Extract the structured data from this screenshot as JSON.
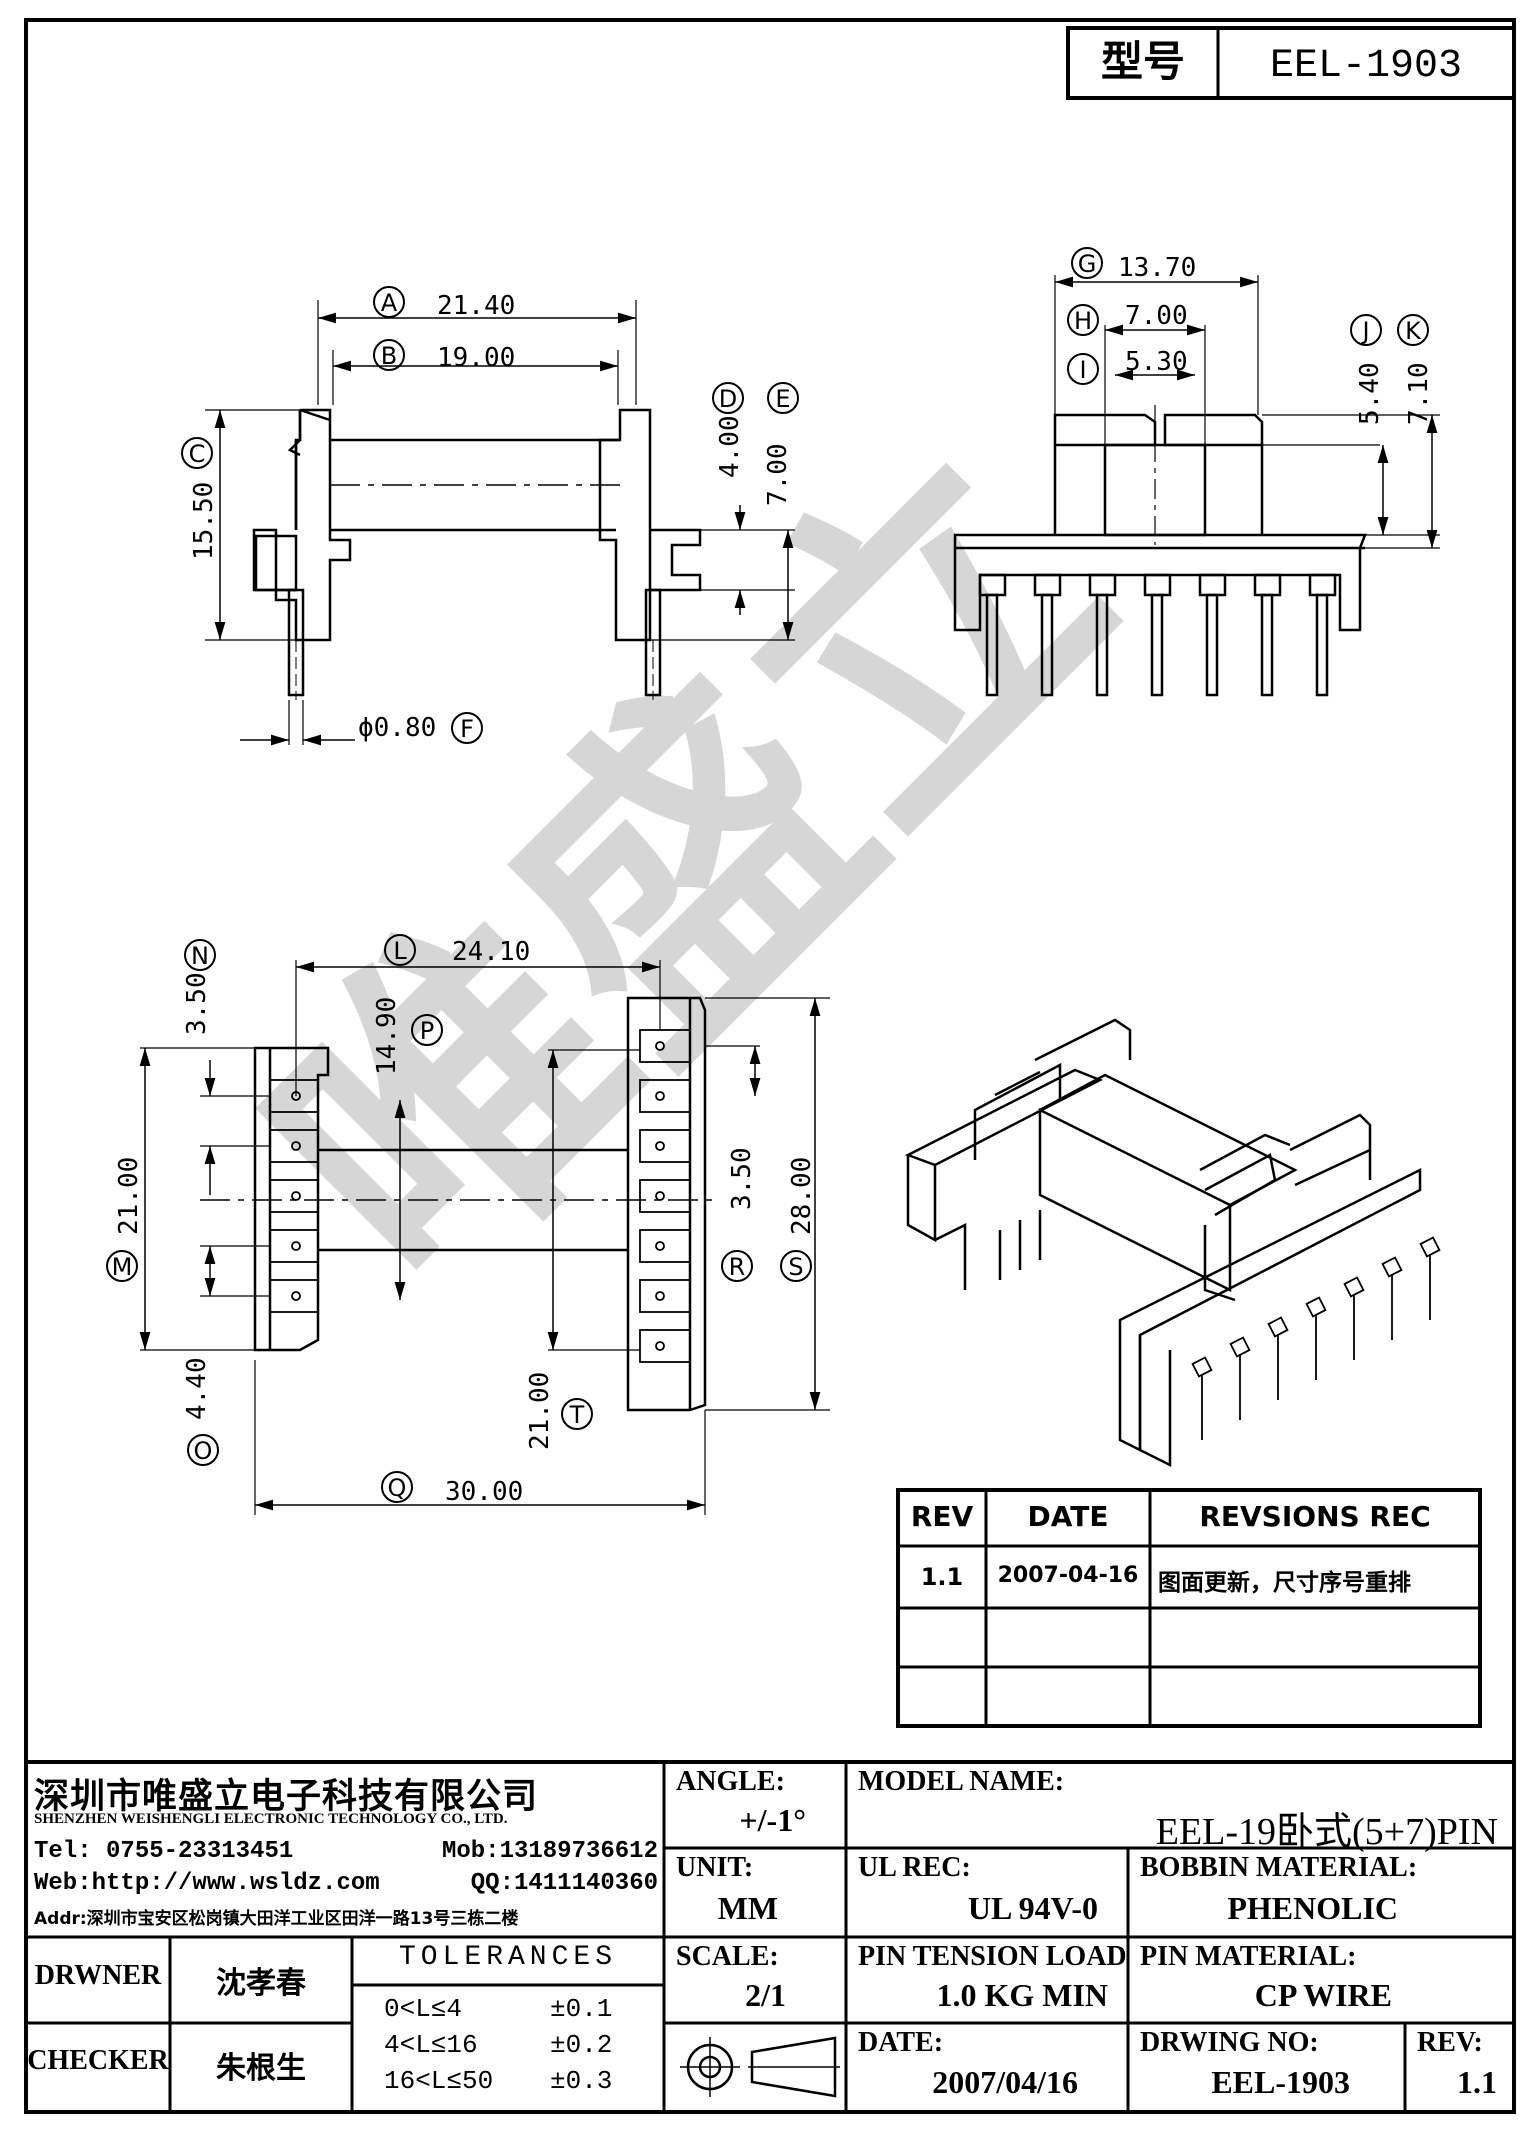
{
  "header": {
    "model_label": "型号",
    "model_value": "EEL-1903"
  },
  "watermark": "唯盛立",
  "dimensions": {
    "A": "21.40",
    "B": "19.00",
    "C": "15.50",
    "D": "4.00",
    "E": "7.00",
    "F": "ϕ0.80",
    "G": "13.70",
    "H": "7.00",
    "I": "5.30",
    "J": "5.40",
    "K": "7.10",
    "L": "24.10",
    "N": "3.50",
    "P": "14.90",
    "M": "21.00",
    "O": "4.40",
    "Q": "30.00",
    "R": "3.50",
    "S": "28.00",
    "T": "21.00"
  },
  "revisions": {
    "headers": [
      "REV",
      "DATE",
      "REVSIONS REC"
    ],
    "rows": [
      {
        "rev": "1.1",
        "date": "2007-04-16",
        "rec": "图面更新，尺寸序号重排"
      },
      {
        "rev": "",
        "date": "",
        "rec": ""
      },
      {
        "rev": "",
        "date": "",
        "rec": ""
      }
    ]
  },
  "company": {
    "name_cn": "深圳市唯盛立电子科技有限公司",
    "name_en": "SHENZHEN WEISHENGLI ELECTRONIC TECHNOLOGY CO., LTD.",
    "tel": "Tel: 0755-23313451",
    "mob": "Mob:13189736612",
    "web": "Web:http://www.wsldz.com",
    "qq": "QQ:1411140360",
    "addr": "Addr:深圳市宝安区松岗镇大田洋工业区田洋一路13号三栋二楼"
  },
  "title_block": {
    "angle_label": "ANGLE:",
    "angle_value": "+/-1°",
    "model_name_label": "MODEL NAME:",
    "model_name_value": "EEL-19卧式(5+7)PIN",
    "unit_label": "UNIT:",
    "unit_value": "MM",
    "ul_label": "UL REC:",
    "ul_value": "UL 94V-0",
    "bobbin_label": "BOBBIN MATERIAL:",
    "bobbin_value": "PHENOLIC",
    "scale_label": "SCALE:",
    "scale_value": "2/1",
    "pin_tension_label": "PIN TENSION LOAD:",
    "pin_tension_value": "1.0 KG MIN",
    "pin_material_label": "PIN MATERIAL:",
    "pin_material_value": "CP WIRE",
    "date_label": "DATE:",
    "date_value": "2007/04/16",
    "drawing_no_label": "DRWING NO:",
    "drawing_no_value": "EEL-1903",
    "rev_label": "REV:",
    "rev_value": "1.1",
    "drawer_label": "DRWNER",
    "drawer_name": "沈孝春",
    "checker_label": "CHECKER",
    "checker_name": "朱根生",
    "tolerances_title": "TOLERANCES",
    "tolerances": [
      {
        "range": "0<L≤4",
        "tol": "±0.1"
      },
      {
        "range": "4<L≤16",
        "tol": "±0.2"
      },
      {
        "range": "16<L≤50",
        "tol": "±0.3"
      }
    ]
  }
}
